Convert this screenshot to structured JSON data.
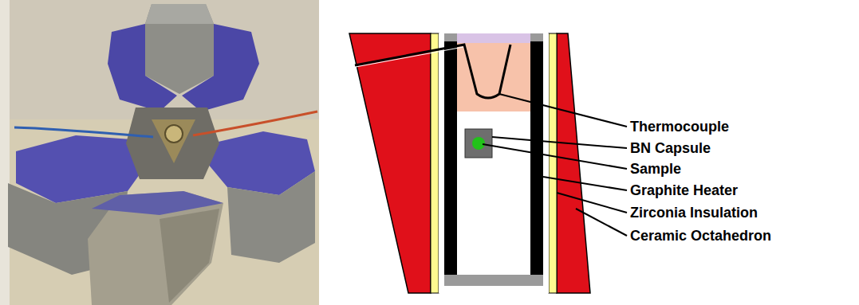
{
  "diagram": {
    "labels": [
      "Thermocouple",
      "BN Capsule",
      "Sample",
      "Graphite Heater",
      "Zirconia Insulation",
      "Ceramic Octahedron"
    ]
  }
}
